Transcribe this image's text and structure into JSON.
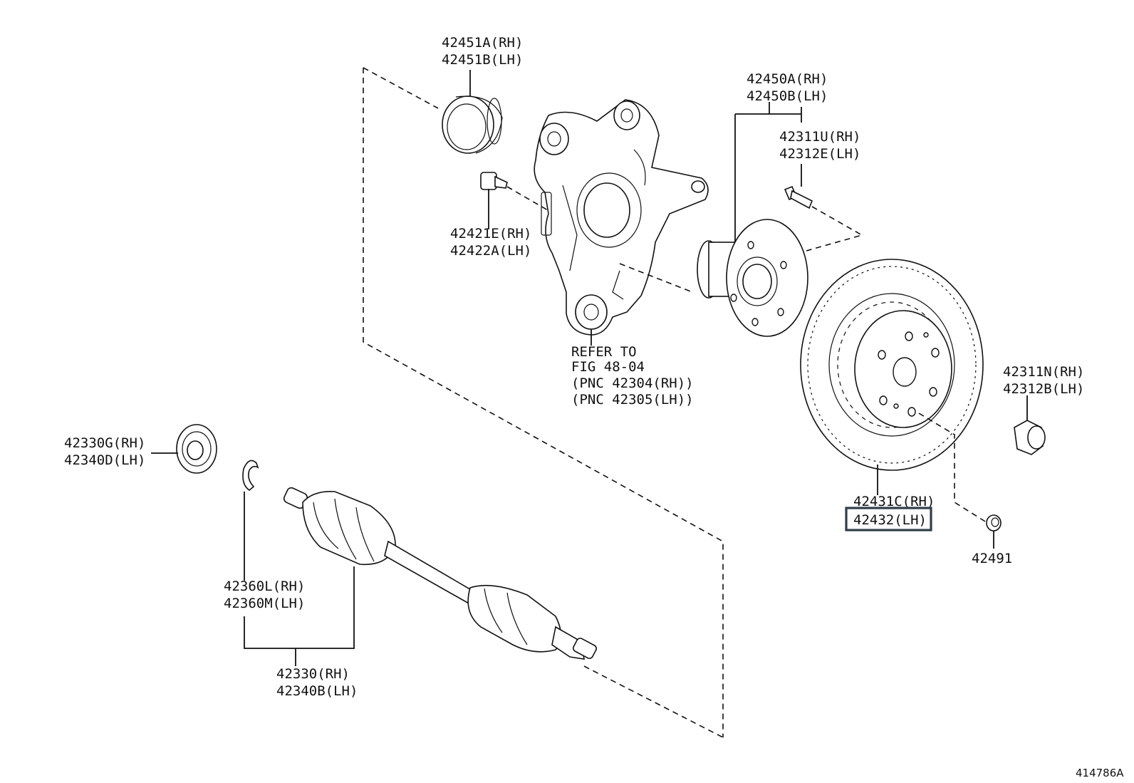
{
  "diagram_id": "414786A",
  "callouts": {
    "dust_deflector": [
      "42451A(RH)",
      "42451B(LH)"
    ],
    "knuckle_bolt": [
      "42421E(RH)",
      "42422A(LH)"
    ],
    "knuckle_refer": [
      "REFER TO",
      "FIG 48-04",
      "(PNC 42304(RH))",
      "(PNC 42305(LH))"
    ],
    "hub_bearing": [
      "42450A(RH)",
      "42450B(LH)"
    ],
    "hub_bolt": [
      "42311U(RH)",
      "42312E(LH)"
    ],
    "axle_seal": [
      "42330G(RH)",
      "42340D(LH)"
    ],
    "snap_ring": [
      "42360L(RH)",
      "42360M(LH)"
    ],
    "drive_shaft": [
      "42330(RH)",
      "42340B(LH)"
    ],
    "disc_rotor": [
      "42431C(RH)",
      "42432(LH)"
    ],
    "hub_nut": [
      "42311N(RH)",
      "42312B(LH)"
    ],
    "disc_screw": [
      "42491"
    ]
  }
}
